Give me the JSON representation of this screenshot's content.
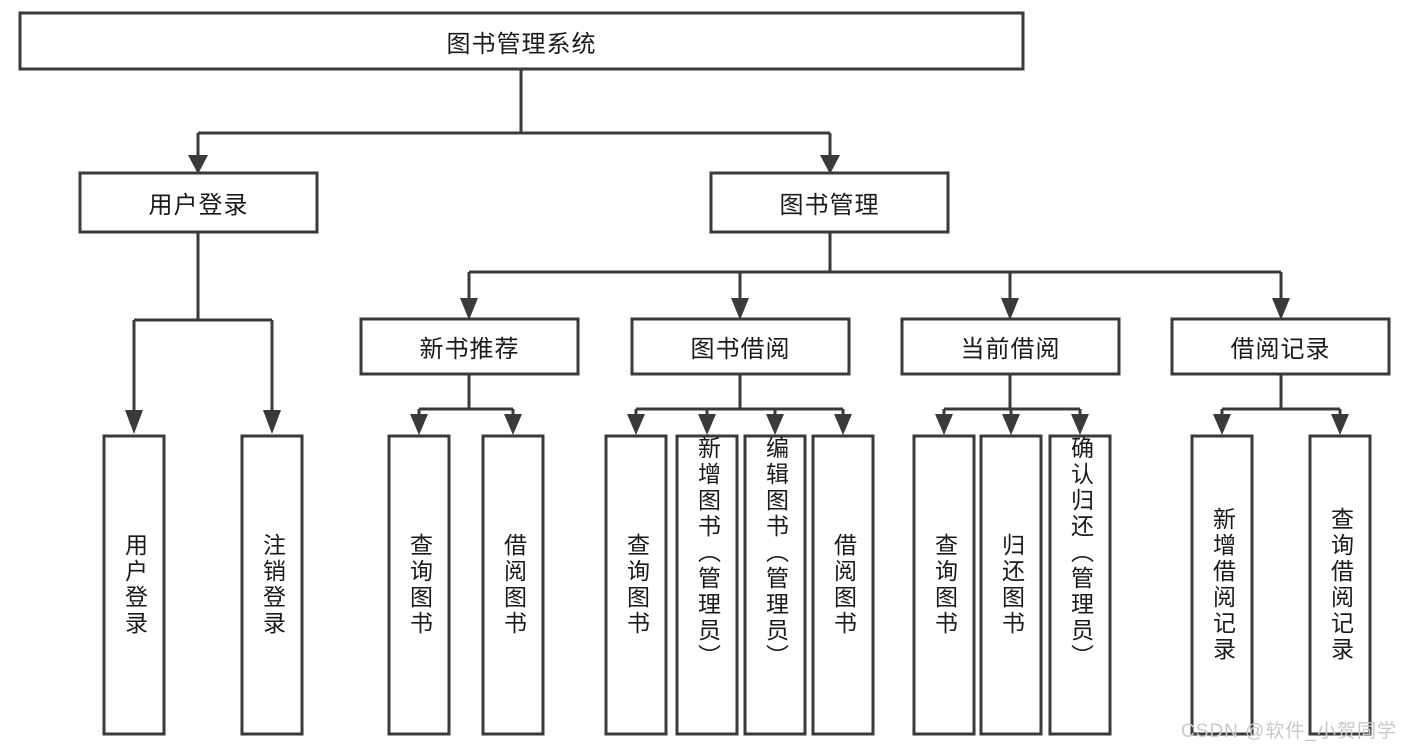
{
  "diagram": {
    "type": "tree",
    "title": "图书管理系统",
    "watermark": "CSDN @软件_小贺同学",
    "nodes": {
      "root": {
        "label": "图书管理系统"
      },
      "level2": [
        {
          "label": "用户登录"
        },
        {
          "label": "图书管理"
        }
      ],
      "level3": [
        {
          "label": "新书推荐"
        },
        {
          "label": "图书借阅"
        },
        {
          "label": "当前借阅"
        },
        {
          "label": "借阅记录"
        }
      ],
      "leaves_user_login": [
        {
          "label": "用户登录"
        },
        {
          "label": "注销登录"
        }
      ],
      "leaves_new_book": [
        {
          "label": "查询图书"
        },
        {
          "label": "借阅图书"
        }
      ],
      "leaves_borrow": [
        {
          "label": "查询图书"
        },
        {
          "label": "新增图书（管理员）"
        },
        {
          "label": "编辑图书（管理员）"
        },
        {
          "label": "借阅图书"
        }
      ],
      "leaves_current": [
        {
          "label": "查询图书"
        },
        {
          "label": "归还图书"
        },
        {
          "label": "确认归还（管理员）"
        }
      ],
      "leaves_records": [
        {
          "label": "新增借阅记录"
        },
        {
          "label": "查询借阅记录"
        }
      ]
    },
    "colors": {
      "stroke": "#3a3a3a",
      "fill": "#ffffff",
      "text": "#1a1a1a",
      "watermark": "#c9c9c9"
    }
  }
}
